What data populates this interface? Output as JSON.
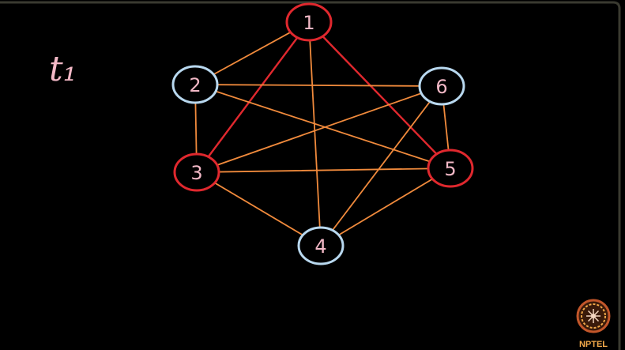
{
  "label": "t₁",
  "colors": {
    "background": "#000000",
    "edge_default": "#f08a3c",
    "edge_highlight": "#e0282e",
    "node_default": "#b8d8ef",
    "node_highlight": "#e0282e",
    "node_text": "#f2b8c6"
  },
  "nodes": [
    {
      "id": "1",
      "label": "1",
      "highlighted": true
    },
    {
      "id": "2",
      "label": "2",
      "highlighted": false
    },
    {
      "id": "3",
      "label": "3",
      "highlighted": true
    },
    {
      "id": "4",
      "label": "4",
      "highlighted": false
    },
    {
      "id": "5",
      "label": "5",
      "highlighted": true
    },
    {
      "id": "6",
      "label": "6",
      "highlighted": false
    }
  ],
  "edges": [
    {
      "from": "1",
      "to": "2",
      "highlighted": false
    },
    {
      "from": "1",
      "to": "3",
      "highlighted": true
    },
    {
      "from": "1",
      "to": "4",
      "highlighted": false
    },
    {
      "from": "1",
      "to": "5",
      "highlighted": true
    },
    {
      "from": "2",
      "to": "6",
      "highlighted": false
    },
    {
      "from": "2",
      "to": "3",
      "highlighted": false
    },
    {
      "from": "2",
      "to": "5",
      "highlighted": false
    },
    {
      "from": "3",
      "to": "6",
      "highlighted": false
    },
    {
      "from": "3",
      "to": "5",
      "highlighted": false
    },
    {
      "from": "3",
      "to": "4",
      "highlighted": false
    },
    {
      "from": "6",
      "to": "5",
      "highlighted": false
    },
    {
      "from": "6",
      "to": "4",
      "highlighted": false
    },
    {
      "from": "4",
      "to": "5",
      "highlighted": false
    }
  ],
  "logo": {
    "text": "NPTEL",
    "icon": "nptel-logo-icon"
  }
}
